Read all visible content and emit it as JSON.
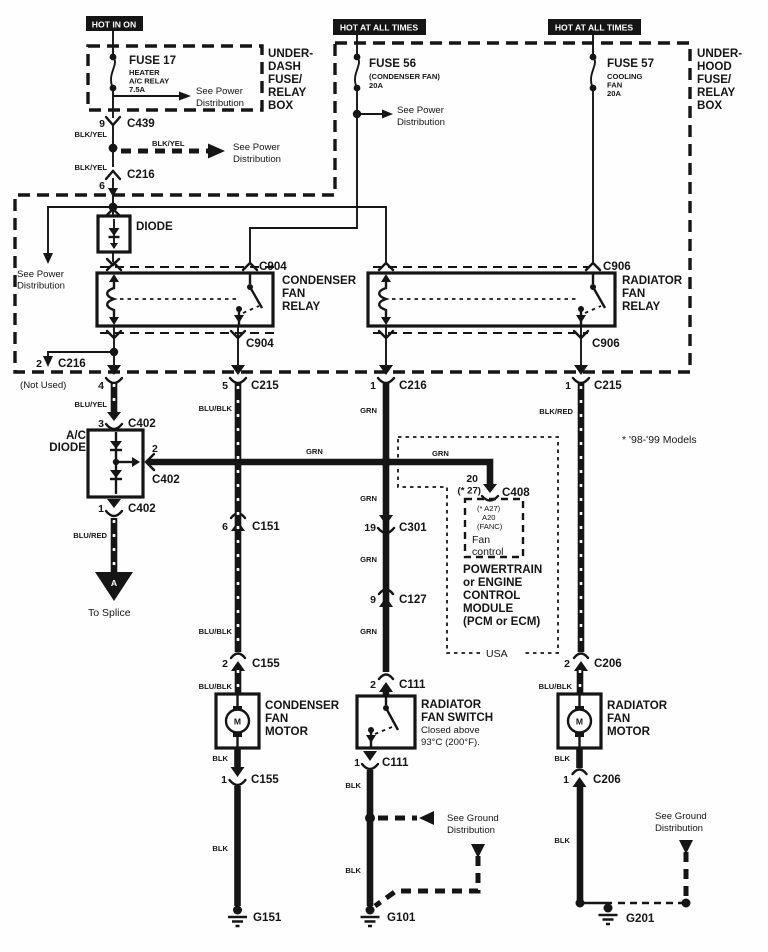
{
  "power_tags": {
    "hot_in_on": "HOT IN ON",
    "hot_at_all_times": "HOT AT ALL TIMES"
  },
  "fuses": {
    "f17": {
      "name": "FUSE 17",
      "l1": "HEATER",
      "l2": "A/C RELAY",
      "amps": "7.5A"
    },
    "f56": {
      "name": "FUSE 56",
      "l1": "(CONDENSER FAN)",
      "amps": "20A"
    },
    "f57": {
      "name": "FUSE 57",
      "l1": "COOLING",
      "l2": "FAN",
      "amps": "20A"
    }
  },
  "boxes": {
    "underdash": [
      "UNDER-",
      "DASH",
      "FUSE/",
      "RELAY",
      "BOX"
    ],
    "underhood": [
      "UNDER-",
      "HOOD",
      "FUSE/",
      "RELAY",
      "BOX"
    ]
  },
  "refs": {
    "see_power_1": "See Power",
    "see_power_2": "Distribution",
    "see_ground_1": "See Ground",
    "see_ground_2": "Distribution",
    "to_splice": "To Splice",
    "splice_id": "A",
    "not_used": "(Not Used)",
    "usa": "USA",
    "models_note": "* '98-'99 Models"
  },
  "components": {
    "diode": "DIODE",
    "ac_diode": [
      "A/C",
      "DIODE"
    ],
    "condenser_relay": [
      "CONDENSER",
      "FAN",
      "RELAY"
    ],
    "radiator_relay": [
      "RADIATOR",
      "FAN",
      "RELAY"
    ],
    "condenser_motor": [
      "CONDENSER",
      "FAN",
      "MOTOR"
    ],
    "radiator_motor": [
      "RADIATOR",
      "FAN",
      "MOTOR"
    ],
    "radiator_switch": [
      "RADIATOR",
      "FAN SWITCH",
      "Closed above",
      "93°C (200°F)."
    ],
    "motor_symbol": "M",
    "pcm": [
      "POWERTRAIN",
      "or ENGINE",
      "CONTROL",
      "MODULE",
      "(PCM or ECM)"
    ],
    "fan_control": [
      "(* A27)",
      "A20",
      "(FANC)",
      "Fan",
      "control"
    ]
  },
  "connectors": {
    "c439": "C439",
    "c216": "C216",
    "c215": "C215",
    "c402": "C402",
    "c151": "C151",
    "c155": "C155",
    "c301": "C301",
    "c127": "C127",
    "c111": "C111",
    "c206": "C206",
    "c408": "C408",
    "c904": "C904",
    "c906": "C906"
  },
  "pins": {
    "p1": "1",
    "p2": "2",
    "p3": "3",
    "p4": "4",
    "p5": "5",
    "p6": "6",
    "p9": "9",
    "p19": "19",
    "p20": "20",
    "p20_variant": "(* 27)"
  },
  "wire_colors": {
    "blk_yel": "BLK/YEL",
    "blu_yel": "BLU/YEL",
    "blu_blk": "BLU/BLK",
    "blu_red": "BLU/RED",
    "blk_red": "BLK/RED",
    "grn": "GRN",
    "blk": "BLK"
  },
  "grounds": {
    "g151": "G151",
    "g101": "G101",
    "g201": "G201"
  },
  "diagram_colors": {
    "ink": "#151515",
    "paper": "#fefefe"
  }
}
